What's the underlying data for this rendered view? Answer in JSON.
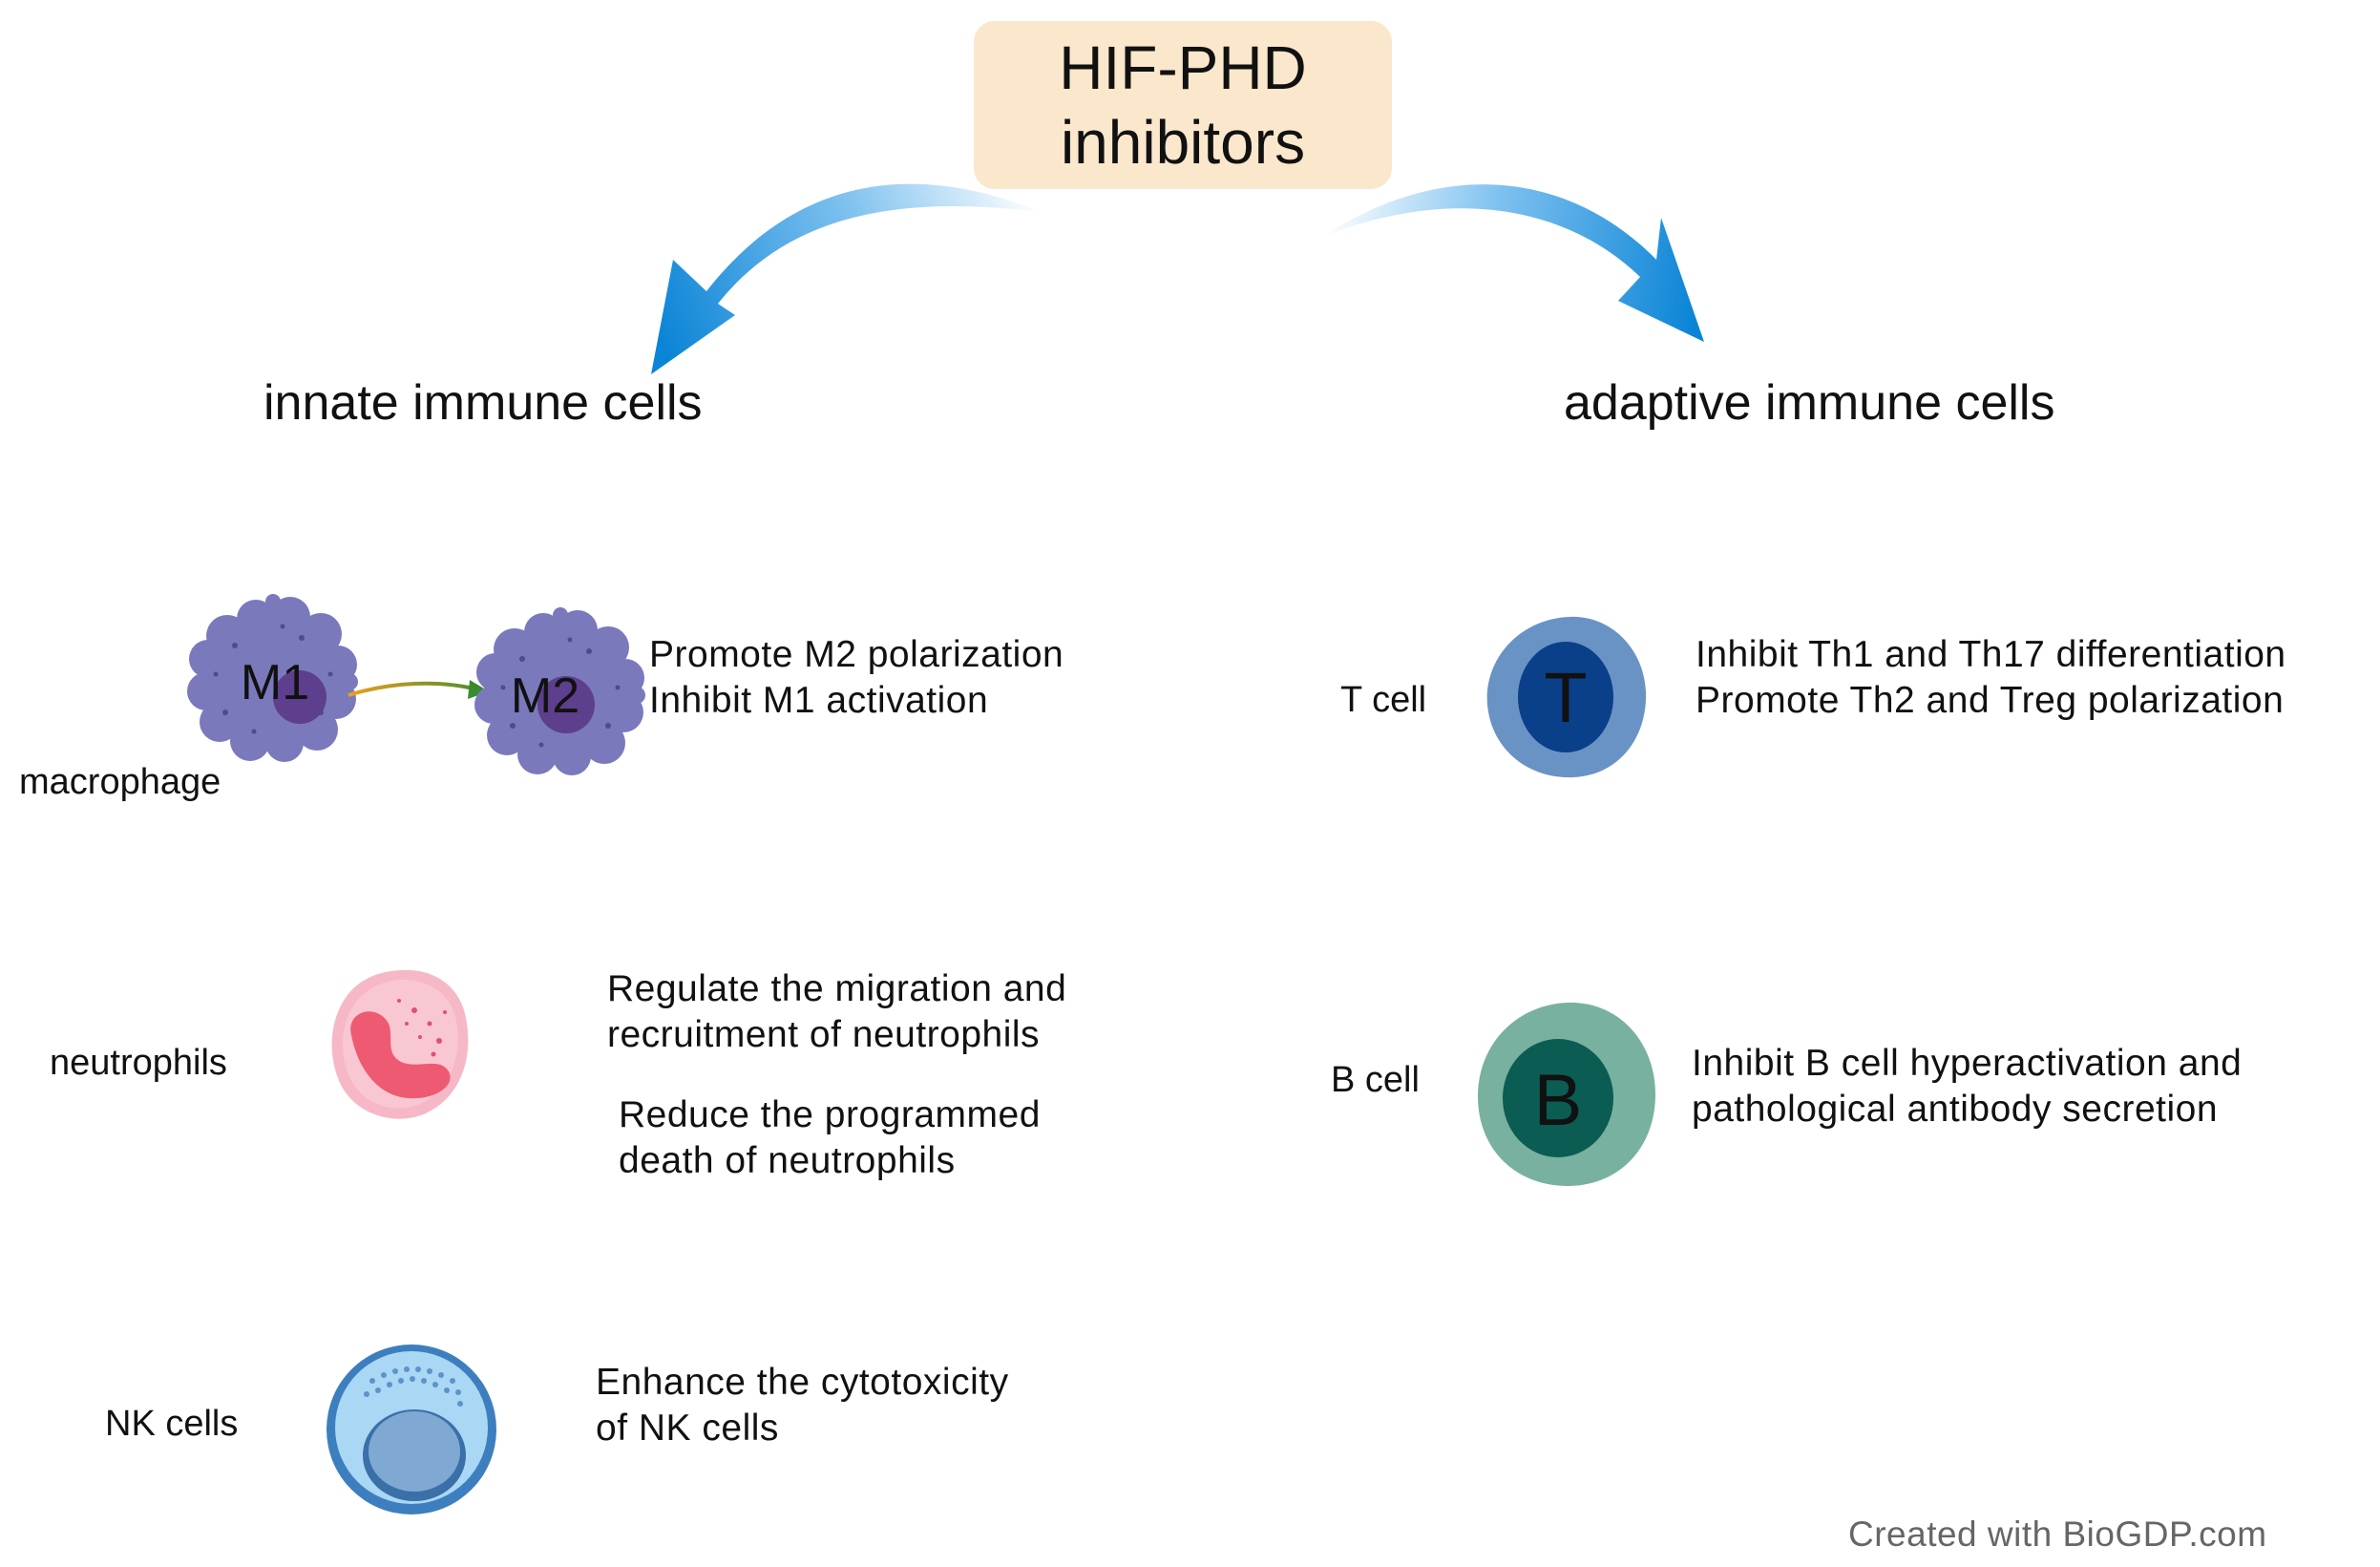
{
  "title": {
    "line1": "HIF-PHD",
    "line2": "inhibitors",
    "bg_color": "#fbe7cc"
  },
  "arrows": {
    "color": "#0a84d6",
    "left_target": "innate immune cells",
    "right_target": "adaptive immune cells"
  },
  "innate": {
    "heading": "innate immune cells",
    "macrophage": {
      "label": "macrophage",
      "m1": "M1",
      "m2": "M2",
      "icon": "macrophage-icon",
      "lines": [
        "Promote M2 polarization",
        "Inhibit M1 activation"
      ]
    },
    "neutrophils": {
      "label": "neutrophils",
      "icon": "neutrophil-icon",
      "group1": [
        "Regulate the migration and",
        "recruitment of neutrophils"
      ],
      "group2": [
        "Reduce the programmed",
        "death of neutrophils"
      ]
    },
    "nk": {
      "label": "NK  cells",
      "icon": "nk-cell-icon",
      "lines": [
        "Enhance the cytotoxicity",
        "of NK cells"
      ]
    }
  },
  "adaptive": {
    "heading": "adaptive immune cells",
    "t_cell": {
      "label": "T  cell",
      "letter": "T",
      "icon": "t-cell-icon",
      "lines": [
        "Inhibit Th1 and Th17 differentiation",
        "Promote Th2 and Treg polarization"
      ]
    },
    "b_cell": {
      "label": "B  cell",
      "letter": "B",
      "icon": "b-cell-icon",
      "lines": [
        "Inhibit B cell hyperactivation and",
        "pathological antibody secretion"
      ]
    }
  },
  "credit": "Created with BioGDP.com"
}
